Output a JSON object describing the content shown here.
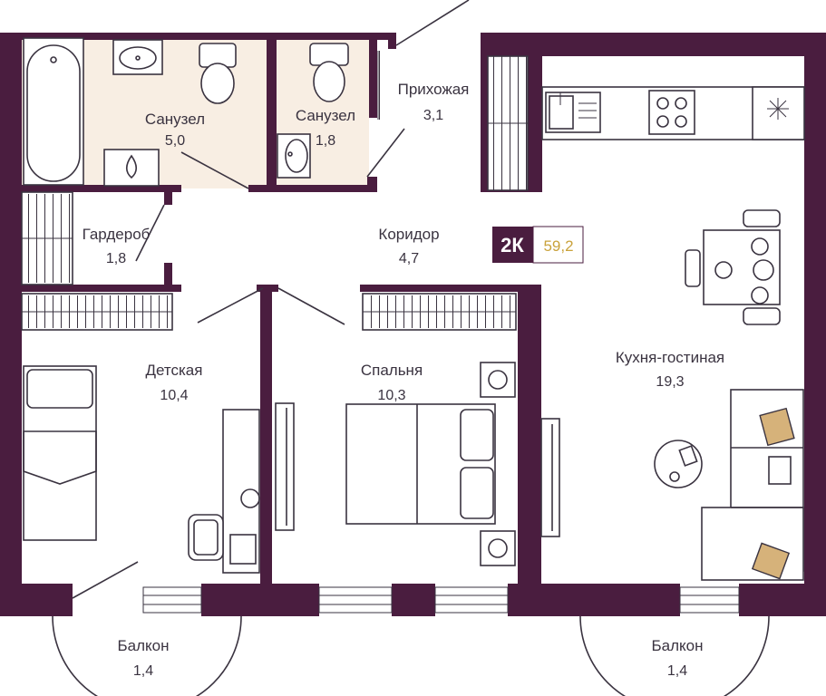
{
  "colors": {
    "wall": "#4a1d3f",
    "tile": "#f8eee3",
    "badge_bg": "#4a1d3f",
    "badge_accent": "#c9a23b",
    "pillow": "#d6b27a",
    "text": "#3a3340"
  },
  "badge": {
    "type": "2К",
    "area": "59,2"
  },
  "rooms": {
    "bath1": {
      "name": "Санузел",
      "area": "5,0"
    },
    "bath2": {
      "name": "Санузел",
      "area": "1,8"
    },
    "hall": {
      "name": "Прихожая",
      "area": "3,1"
    },
    "wardrobe": {
      "name": "Гардероб",
      "area": "1,8"
    },
    "corridor": {
      "name": "Коридор",
      "area": "4,7"
    },
    "kids": {
      "name": "Детская",
      "area": "10,4"
    },
    "bedroom": {
      "name": "Спальня",
      "area": "10,3"
    },
    "kitchen": {
      "name": "Кухня-гостиная",
      "area": "19,3"
    },
    "balcony1": {
      "name": "Балкон",
      "area": "1,4"
    },
    "balcony2": {
      "name": "Балкон",
      "area": "1,4"
    }
  },
  "icons": [
    "bathtub-icon",
    "sink-icon",
    "toilet-icon",
    "shower-drain-icon",
    "bed-icon",
    "desk-chair-icon",
    "stove-icon",
    "fridge-icon",
    "dining-table-icon",
    "sofa-icon",
    "wardrobe-icon"
  ]
}
